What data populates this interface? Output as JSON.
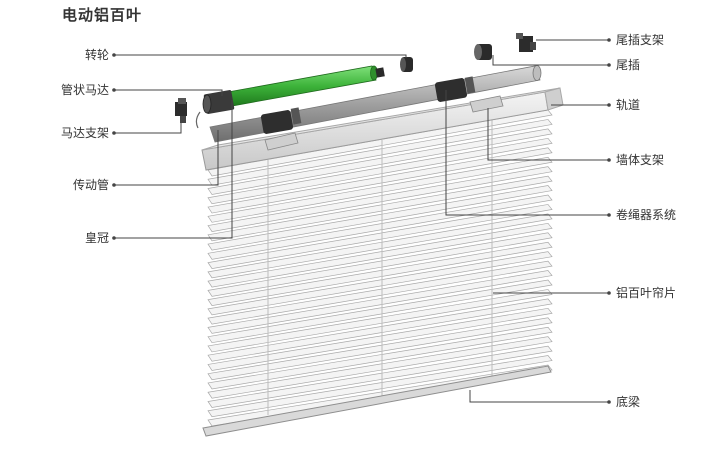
{
  "title": "电动铝百叶",
  "labels": {
    "zhuanlun": "转轮",
    "guanzhuang_mada": "管状马达",
    "mada_zhijia": "马达支架",
    "chuandong_guan": "传动管",
    "huangguan": "皇冠",
    "weicha_zhijia": "尾插支架",
    "weicha": "尾插",
    "guidao": "轨道",
    "qiangti_zhijia": "墙体支架",
    "juansheng_xitong": "卷绳器系统",
    "lv_baiye_lianpian": "铝百叶帘片",
    "diliang": "底梁"
  },
  "colors": {
    "motor_tube": "#3db33a",
    "leader_line": "#444444",
    "metal": "#9a9a9a",
    "slat": "#f2f2f2"
  }
}
